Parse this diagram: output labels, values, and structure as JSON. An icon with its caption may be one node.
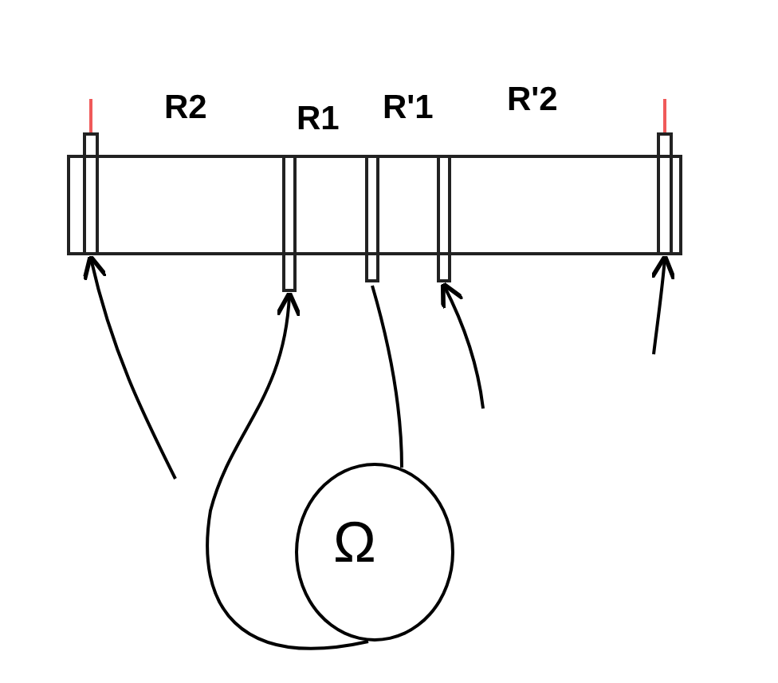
{
  "diagram": {
    "nodes": [
      {
        "text": [],
        "shape": "box"
      },
      {
        "text": [],
        "shape": "box"
      },
      {
        "text": [],
        "shape": "box"
      },
      {
        "text": [],
        "shape": "box"
      },
      {
        "text": [],
        "shape": "box"
      },
      {
        "text": [],
        "shape": "box"
      },
      {
        "text": [
          "Ω"
        ]
      }
    ],
    "edges": [
      {
        "from": null,
        "to": 1,
        "arrow": "to"
      },
      {
        "from": 6,
        "to": 2,
        "arrow": "to"
      },
      {
        "from": 6,
        "to": 3,
        "arrow": "none"
      },
      {
        "from": null,
        "to": 4,
        "arrow": "to"
      },
      {
        "from": null,
        "to": 5,
        "arrow": "to"
      }
    ],
    "labels": [
      "R2",
      "R1",
      "R'1",
      "R'2"
    ]
  }
}
